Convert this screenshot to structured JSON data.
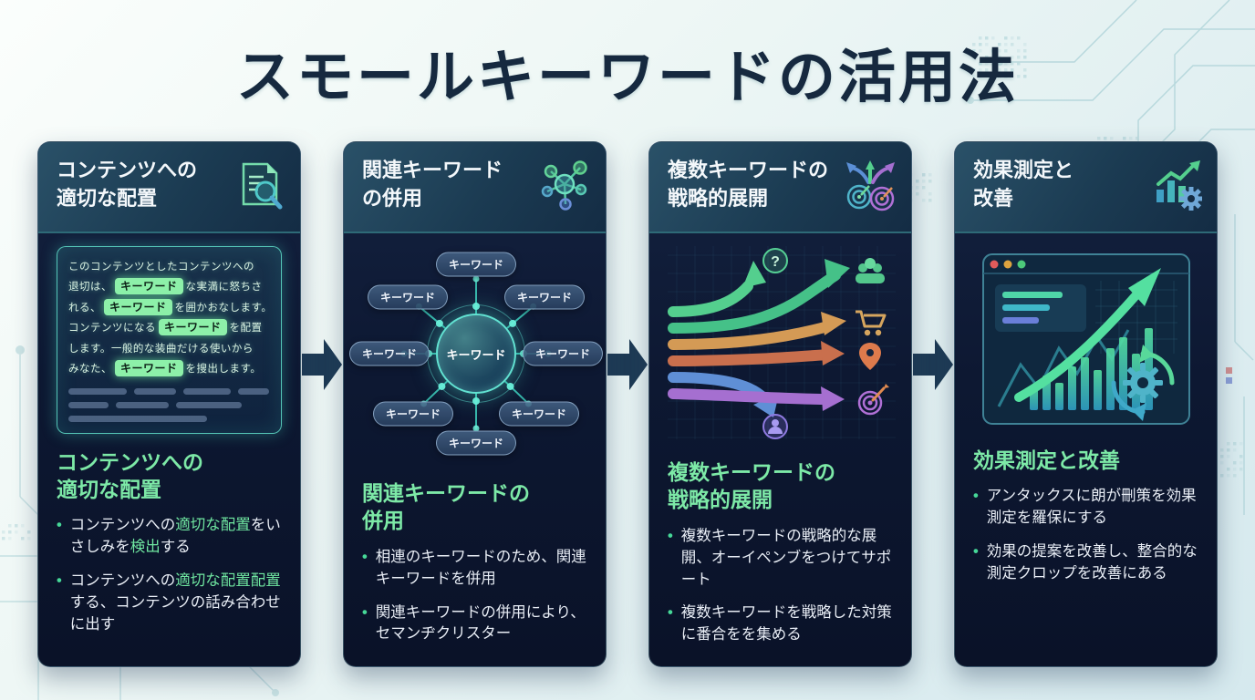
{
  "title": "スモールキーワードの活用法",
  "colors": {
    "title_navy": "#16293f",
    "card_navy": "#0d1832",
    "header_teal_navy": "#1b3b52",
    "accent_green": "#7de9a7",
    "keyword_highlight": "#8df0a9",
    "glow_teal": "#4ad8c8",
    "flow_arrow_navy": "#1e3b55",
    "traffic_lights": [
      "#e05b5b",
      "#dca23f",
      "#4cc97a"
    ]
  },
  "cards": [
    {
      "header_lines": [
        "コンテンツへの",
        "適切な配置"
      ],
      "icon": "document-search-icon",
      "heading_lines": [
        "コンテンツへの",
        "適切な配置"
      ],
      "visual": {
        "type": "annotated-text",
        "lines": [
          [
            {
              "t": "このコンテンツとしたコンテンツへの",
              "k": false
            }
          ],
          [
            {
              "t": "退切は、",
              "k": false
            },
            {
              "t": "キーワード",
              "k": true
            },
            {
              "t": "な実満に怒ちさ",
              "k": false
            }
          ],
          [
            {
              "t": "れる、",
              "k": false
            },
            {
              "t": "キーワード",
              "k": true
            },
            {
              "t": "を囲かおなします。",
              "k": false
            }
          ],
          [
            {
              "t": "コンテンツになる",
              "k": false
            },
            {
              "t": "キーワード",
              "k": true
            },
            {
              "t": "を配置",
              "k": false
            }
          ],
          [
            {
              "t": "します。一般的な装曲だける使いから",
              "k": false
            }
          ],
          [
            {
              "t": "みなた、",
              "k": false
            },
            {
              "t": "キーワード",
              "k": true
            },
            {
              "t": "を搜出します。",
              "k": false
            }
          ]
        ],
        "placeholder_bar_widths": [
          [
            64,
            46,
            52,
            34
          ],
          [
            44,
            58,
            72
          ],
          [
            152
          ]
        ]
      },
      "bullets": [
        [
          {
            "t": "コンテンツへの",
            "c": "w"
          },
          {
            "t": "適切な配置",
            "c": "g"
          },
          {
            "t": "をいさしみを",
            "c": "w"
          },
          {
            "t": "検出",
            "c": "g"
          },
          {
            "t": "する",
            "c": "w"
          }
        ],
        [
          {
            "t": "コンテンツへの",
            "c": "w"
          },
          {
            "t": "適切な配置",
            "c": "g"
          },
          {
            "t": "配置",
            "c": "g"
          },
          {
            "t": "する、コンテンツの話み合わせに出す",
            "c": "w"
          }
        ]
      ]
    },
    {
      "header_lines": [
        "関連キーワード",
        "の併用"
      ],
      "icon": "network-hub-icon",
      "heading_lines": [
        "関連キーワードの",
        "併用"
      ],
      "visual": {
        "type": "hub",
        "center_label": "キーワード",
        "pill_label": "キーワード",
        "pill_count": 8
      },
      "bullets": [
        [
          {
            "t": "相連のキーワードのため、関連キーワードを併用",
            "c": "w"
          }
        ],
        [
          {
            "t": "関連キーワードの併用により、セマンヂクリスター",
            "c": "w"
          }
        ]
      ]
    },
    {
      "header_lines": [
        "複数キーワードの",
        "戦略的展開"
      ],
      "icon": "branching-arrows-targets-icon",
      "heading_lines": [
        "複数キーワードの",
        "戦略的展開"
      ],
      "visual": {
        "type": "branching-arrows",
        "question_mark": "?",
        "branch_targets": [
          "audience-people",
          "shopping-cart",
          "location-pin",
          "dart-target"
        ],
        "arrow_colors": [
          "#54cf8e",
          "#45c188",
          "#d49a55",
          "#c96f4d",
          "#5f8fd6",
          "#a56fd0"
        ]
      },
      "bullets": [
        [
          {
            "t": "複数キーワードの戦略的な展開、オーイペンブをつけてサポート",
            "c": "w"
          }
        ],
        [
          {
            "t": "複数キーワードを戦略した対策に番合をを集める",
            "c": "w"
          }
        ]
      ]
    },
    {
      "header_lines": [
        "効果測定と",
        "改善"
      ],
      "icon": "chart-gear-icon",
      "heading_lines": [
        "効果測定と改善"
      ],
      "visual": {
        "type": "analytics-dashboard",
        "elements": [
          "browser-window",
          "traffic-light-dots",
          "text-panel",
          "bar-chart",
          "rising-arrow",
          "gear-refresh-cycle"
        ]
      },
      "bullets": [
        [
          {
            "t": "アンタックスに朗が刪策を効果測定を羅保にする",
            "c": "w"
          }
        ],
        [
          {
            "t": "効果の提案を改善し、整合的な測定クロップを改善にある",
            "c": "w"
          }
        ]
      ]
    }
  ]
}
